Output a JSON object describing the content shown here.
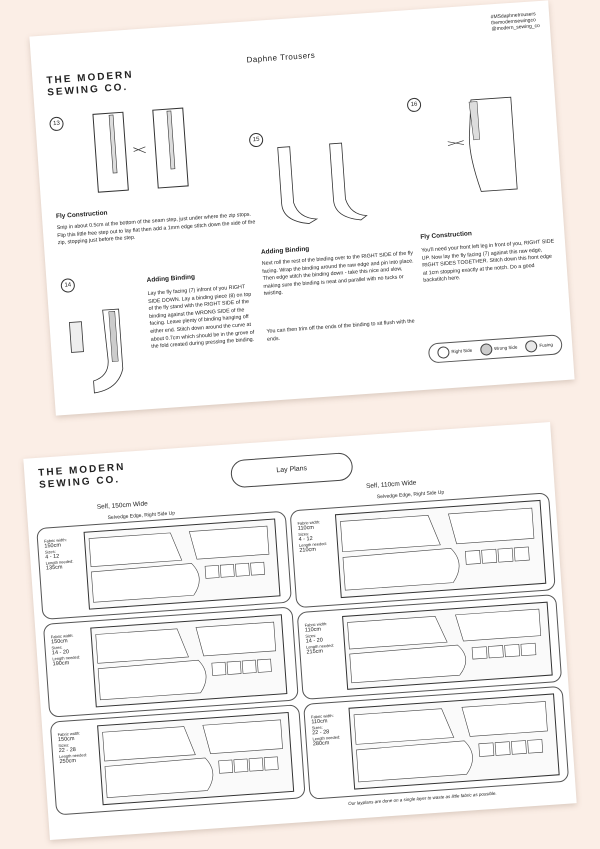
{
  "brand": {
    "line1": "THE MODERN",
    "line2": "SEWING CO."
  },
  "page1": {
    "title": "Daphne  Trousers",
    "contact": [
      "#MSdaphnetrousers",
      "themodernsewingco",
      "@modern_sewing_co"
    ],
    "steps": [
      "13",
      "14",
      "15",
      "16"
    ],
    "fly_construction": {
      "heading": "Fly Construction",
      "text": "Snip in about 0.5cm at the bottom of the seam step, just under where the zip stops. Flip this little free step out to lay flat then add a 1mm edge stitch down the side of the zip, stopping just before the step."
    },
    "adding_binding_14": {
      "heading": "Adding Binding",
      "text": "Lay the fly facing (7) infront of you RIGHT SIDE DOWN. Lay a binding piece (8) on top of the fly stand with the RIGHT SIDE of the binding against the WRONG SIDE of the facing. Leave plenty of binding hanging off either end. Stitch down around the curve at about 0.7cm which should be in the grove of the fold created during pressing the binding."
    },
    "adding_binding_15": {
      "heading": "Adding Binding",
      "text": "Next roll the rest of the binding over to the RIGHT SIDE of the fly facing. Wrap the binding around the raw edge and pin into place. Then edge stitch the binding down - take this nice and slow, making sure the binding is neat and parallel with no tucks or twisting.",
      "text2": "You can then trim off the ends of the binding to sit flush with the ends."
    },
    "fly_construction_16": {
      "heading": "Fly Construction",
      "text": "You'll need your front left leg in front of you, RIGHT SIDE UP. Now lay the fly facing (7) against this raw edge, RIGHT SIDES TOGETHER. Stitch down this front edge at 1cm stopping exactly at the notch. Do a good backstitch here."
    },
    "legend": [
      "Right Side",
      "Wrong Side",
      "Fusing"
    ]
  },
  "page2": {
    "title": "Lay Plans",
    "left_col": {
      "heading": "Self, 150cm Wide",
      "selvedge": "Selvedge Edge, Right Side Up",
      "plans": [
        {
          "fw_label": "Fabric width:",
          "fw": "150cm",
          "size_label": "Sizes:",
          "sizes": "4 - 12",
          "len_label": "Length needed:",
          "len": "135cm"
        },
        {
          "fw_label": "Fabric width:",
          "fw": "150cm",
          "size_label": "Sizes:",
          "sizes": "14 - 20",
          "len_label": "Length needed:",
          "len": "190cm"
        },
        {
          "fw_label": "Fabric width:",
          "fw": "150cm",
          "size_label": "Sizes:",
          "sizes": "22 - 28",
          "len_label": "Length needed:",
          "len": "250cm"
        }
      ]
    },
    "right_col": {
      "heading": "Self, 110cm Wide",
      "selvedge": "Selvedge Edge, Right Side Up",
      "plans": [
        {
          "fw_label": "Fabric width:",
          "fw": "110cm",
          "size_label": "Sizes:",
          "sizes": "4 - 12",
          "len_label": "Length needed:",
          "len": "210cm"
        },
        {
          "fw_label": "Fabric width:",
          "fw": "110cm",
          "size_label": "Sizes:",
          "sizes": "14 - 20",
          "len_label": "Length needed:",
          "len": "215cm"
        },
        {
          "fw_label": "Fabric width:",
          "fw": "110cm",
          "size_label": "Sizes:",
          "sizes": "22 - 28",
          "len_label": "Length needed:",
          "len": "280cm"
        }
      ]
    },
    "footnote": "Our layplans are done on a single layer to waste as little fabric as possible."
  }
}
